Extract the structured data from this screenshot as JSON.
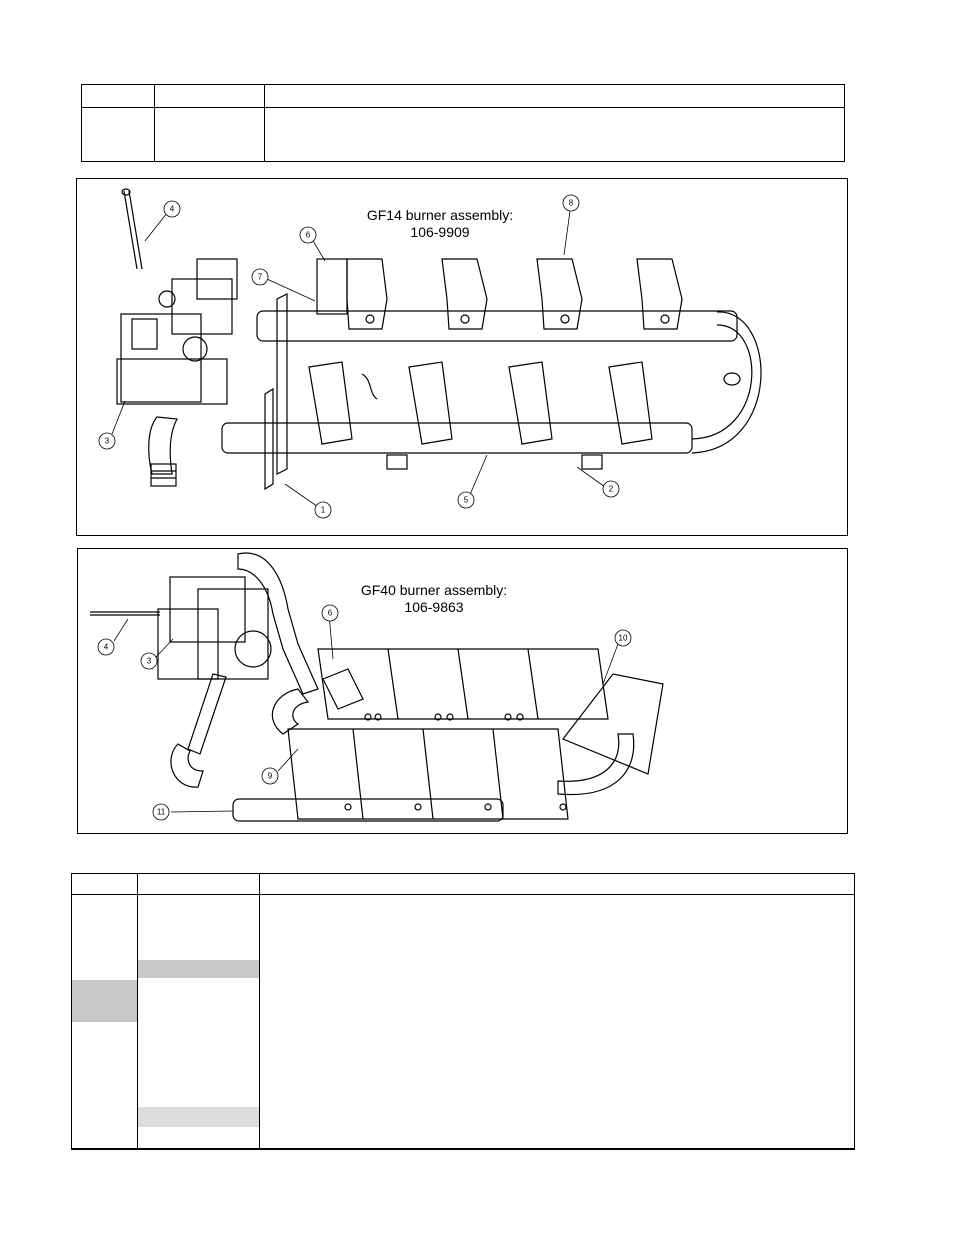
{
  "figure1": {
    "title_line1": "GF14 burner assembly:",
    "title_line2": "106-9909",
    "callouts": [
      "1",
      "2",
      "3",
      "4",
      "5",
      "6",
      "7",
      "8"
    ]
  },
  "figure2": {
    "title_line1": "GF40 burner assembly:",
    "title_line2": "106-9863",
    "callouts": [
      "3",
      "4",
      "6",
      "9",
      "10",
      "11"
    ]
  }
}
